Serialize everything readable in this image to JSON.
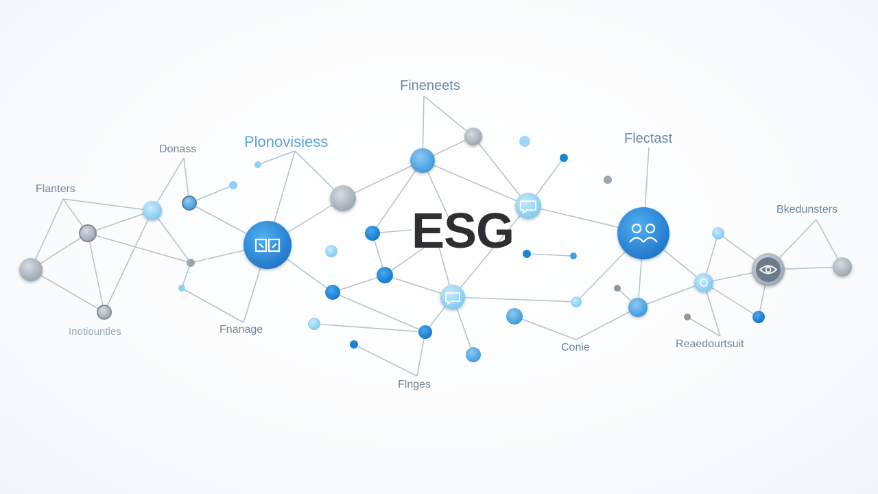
{
  "diagram": {
    "center_title": "ESG",
    "labels": {
      "finnets": "Fineneets",
      "provisions": "Plonovisiess",
      "donass": "Donass",
      "flaners": "Flanters",
      "fleclast": "Flectast",
      "bkedunstes": "Bkedunsters",
      "bottom_left": "Inotiountles",
      "fnanage": "Fnanage",
      "flages": "Flnges",
      "cone": "Conie",
      "research": "Reaedourtsuit"
    },
    "colors": {
      "edge": "#b5c3cd",
      "node_gray": "#a6b1bc",
      "node_light_blue": "#8fd0f4",
      "node_blue": "#1b84d6",
      "node_mid_blue": "#3f9fe0",
      "hub_blue": "#1f79cf",
      "text_dark": "#2f2f33"
    },
    "icons": {
      "hub_left": "book-icon",
      "hub_right": "people-icon",
      "right_mid": "eye-icon",
      "center_right": "chat-icon",
      "center_bottom": "chat-icon"
    }
  }
}
